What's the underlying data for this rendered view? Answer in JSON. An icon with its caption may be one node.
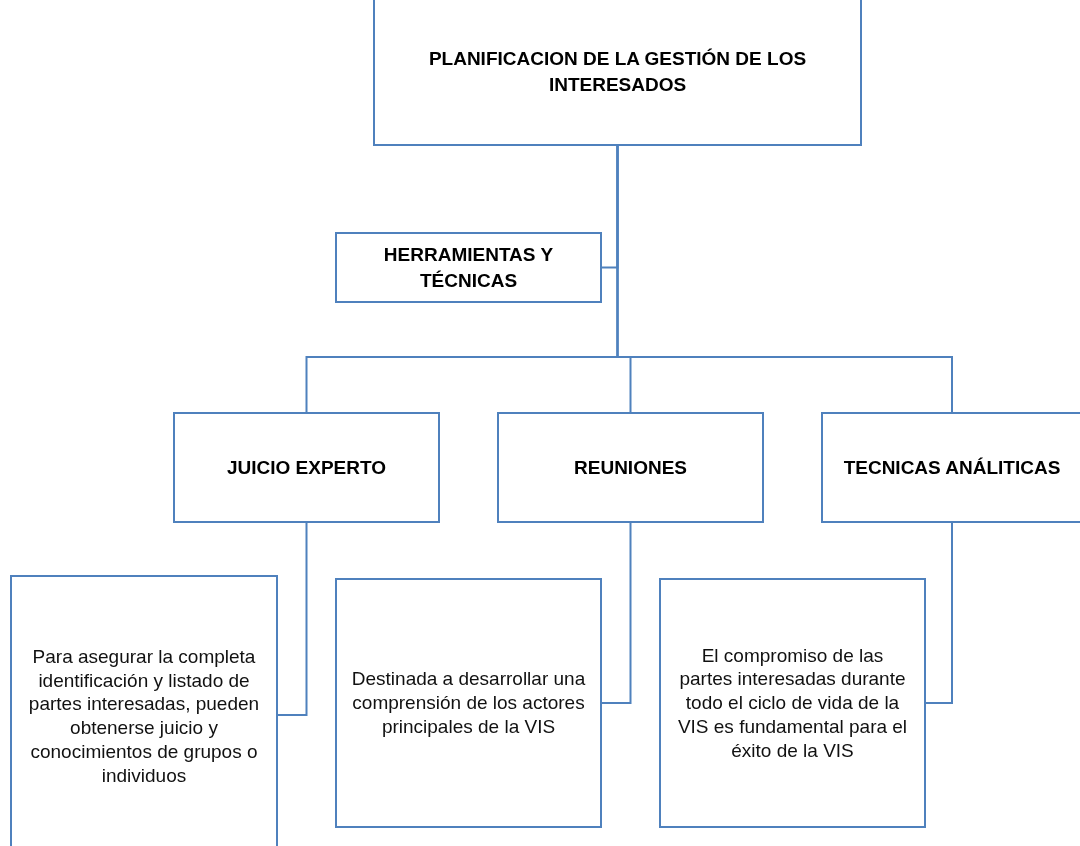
{
  "diagram": {
    "nodes": [
      {
        "text": [
          "PLANIFICACION DE LA GESTIÓN DE LOS INTERESADOS"
        ]
      },
      {
        "text": [
          "HERRAMIENTAS Y TÉCNICAS"
        ]
      },
      {
        "text": [
          "JUICIO EXPERTO"
        ]
      },
      {
        "text": [
          "REUNIONES"
        ]
      },
      {
        "text": [
          "TECNICAS ANÁLITICAS"
        ]
      },
      {
        "text": [
          "Para asegurar la completa identificación y listado de partes interesadas, pueden obtenerse juicio y conocimientos de grupos o individuos"
        ]
      },
      {
        "text": [
          "Destinada a desarrollar una comprensión de los actores principales de la VIS"
        ]
      },
      {
        "text": [
          "El compromiso de las partes interesadas durante todo el ciclo de vida de la VIS es fundamental para el éxito de la VIS"
        ]
      }
    ],
    "edges": [
      {
        "from": 0,
        "to": 1,
        "arrow": "none"
      },
      {
        "from": 0,
        "to": 2,
        "arrow": "none"
      },
      {
        "from": 0,
        "to": 3,
        "arrow": "none"
      },
      {
        "from": 0,
        "to": 4,
        "arrow": "none"
      },
      {
        "from": 2,
        "to": 5,
        "arrow": "none"
      },
      {
        "from": 3,
        "to": 6,
        "arrow": "none"
      },
      {
        "from": 4,
        "to": 7,
        "arrow": "none"
      }
    ]
  }
}
